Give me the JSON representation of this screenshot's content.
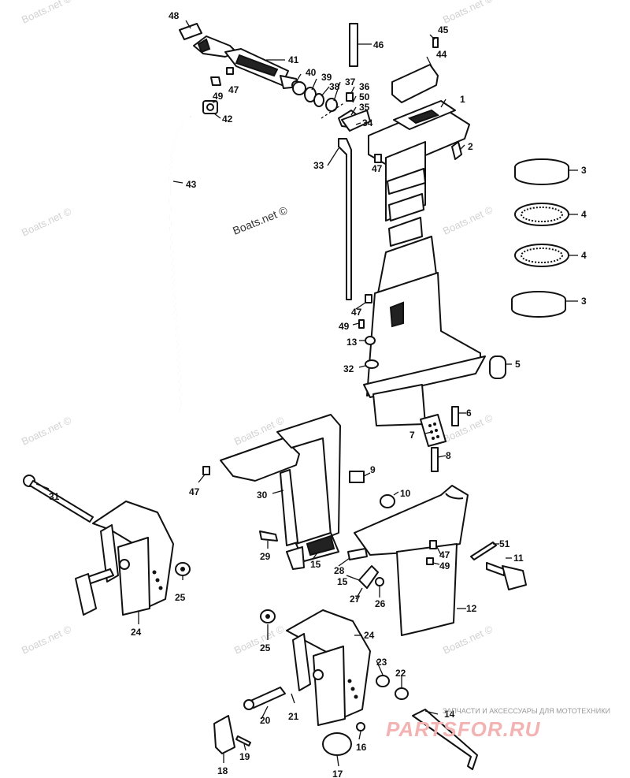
{
  "watermarks": {
    "main": "Boats.net ©",
    "tiles": [
      "Boats.net ©",
      "Boats.net ©",
      "Boats.net ©",
      "Boats.net ©",
      "Boats.net ©",
      "Boats.net ©",
      "Boats.net ©",
      "Boats.net ©",
      "Boats.net ©",
      "Boats.net ©"
    ]
  },
  "shop": {
    "tagline": "ЗАПЧАСТИ И АКСЕССУАРЫ ДЛЯ МОТОТЕХНИКИ",
    "logo": "PARTSFOR.RU"
  },
  "callouts": [
    "48",
    "45",
    "46",
    "41",
    "44",
    "40",
    "39",
    "38",
    "37",
    "36",
    "47",
    "50",
    "49",
    "35",
    "42",
    "1",
    "34",
    "2",
    "33",
    "47",
    "43",
    "3",
    "4",
    "4",
    "3",
    "47",
    "49",
    "13",
    "32",
    "5",
    "6",
    "7",
    "8",
    "9",
    "47",
    "31",
    "30",
    "10",
    "51",
    "11",
    "47",
    "49",
    "29",
    "15",
    "28",
    "15",
    "27",
    "26",
    "12",
    "25",
    "24",
    "21",
    "24",
    "25",
    "23",
    "22",
    "14",
    "20",
    "16",
    "18",
    "19",
    "17"
  ]
}
